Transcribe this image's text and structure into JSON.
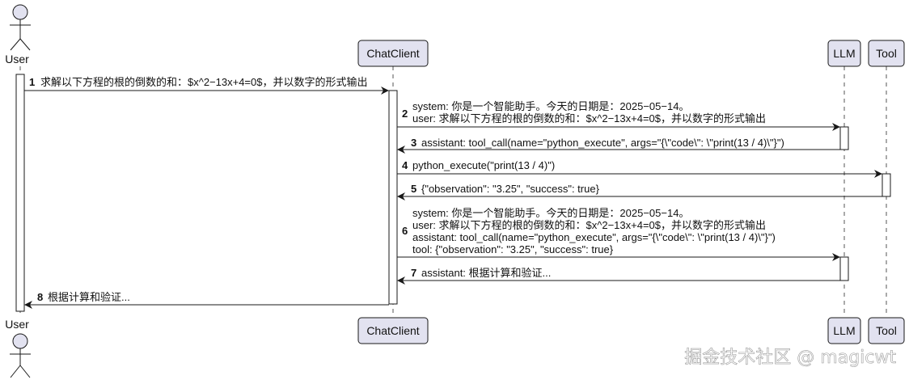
{
  "actors": {
    "user": "User",
    "chat_client": "ChatClient",
    "llm": "LLM",
    "tool": "Tool"
  },
  "messages": [
    {
      "num": "1",
      "lines": [
        "求解以下方程的根的倒数的和：$x^2−13x+4=0$，并以数字的形式输出"
      ]
    },
    {
      "num": "2",
      "lines": [
        "system: 你是一个智能助手。今天的日期是：2025−05−14。",
        "user: 求解以下方程的根的倒数的和：$x^2−13x+4=0$，并以数字的形式输出"
      ]
    },
    {
      "num": "3",
      "lines": [
        "assistant: tool_call(name=\"python_execute\", args=\"{\\\"code\\\": \\\"print(13 / 4)\\\"}\")"
      ]
    },
    {
      "num": "4",
      "lines": [
        "python_execute(\"print(13 / 4)\")"
      ]
    },
    {
      "num": "5",
      "lines": [
        "{\"observation\": \"3.25\", \"success\": true}"
      ]
    },
    {
      "num": "6",
      "lines": [
        "system: 你是一个智能助手。今天的日期是：2025−05−14。",
        "user: 求解以下方程的根的倒数的和：$x^2−13x+4=0$，并以数字的形式输出",
        "assistant: tool_call(name=\"python_execute\", args=\"{\\\"code\\\": \\\"print(13 / 4)\\\"}\")",
        "tool: {\"observation\": \"3.25\", \"success\": true}"
      ]
    },
    {
      "num": "7",
      "lines": [
        "assistant: 根据计算和验证..."
      ]
    },
    {
      "num": "8",
      "lines": [
        "根据计算和验证..."
      ]
    }
  ],
  "watermark": "掘金技术社区 @ magicwt",
  "colors": {
    "participant_fill": "#e2e2f0",
    "participant_stroke": "#181818",
    "line": "#181818",
    "lifeline": "#555555"
  }
}
